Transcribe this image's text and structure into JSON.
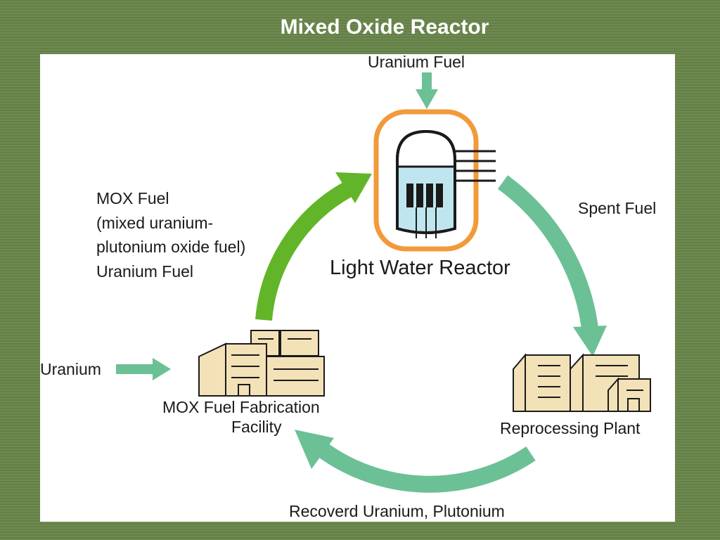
{
  "slide": {
    "title": "Mixed Oxide Reactor"
  },
  "diagram": {
    "labels": {
      "uranium_fuel_input": "Uranium Fuel",
      "reactor": "Light Water Reactor",
      "spent_fuel": "Spent Fuel",
      "reprocessing_plant": "Reprocessing Plant",
      "recovered": "Recoverd Uranium, Plutonium",
      "mox_facility_line1": "MOX Fuel Fabrication",
      "mox_facility_line2": "Facility",
      "uranium_input": "Uranium",
      "mox_fuel_line1": "MOX Fuel",
      "mox_fuel_line2": "(mixed uranium-",
      "mox_fuel_line3": "plutonium oxide fuel)",
      "mox_fuel_line4": "Uranium Fuel"
    },
    "colors": {
      "arrow_teal": "#6cc095",
      "arrow_green": "#62b528",
      "reactor_outline": "#f29a3a",
      "reactor_water": "#bfe6ee",
      "building_fill": "#f3e2b8"
    }
  }
}
